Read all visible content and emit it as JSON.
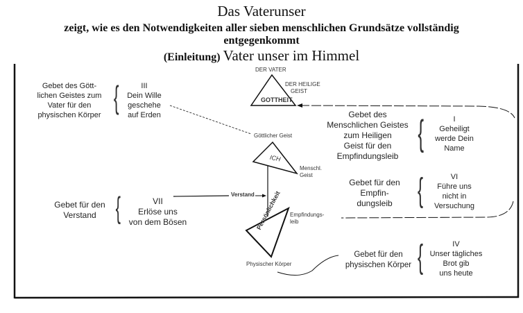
{
  "header": {
    "title": "Das Vaterunser",
    "subtitle_line1": "zeigt, wie es den Notwendigkeiten aller sieben menschlichen Grundsätze vollständig",
    "subtitle_line2": "entgegenkommt",
    "intro_prefix": "(Einleitung)",
    "intro_text": "Vater unser im Himmel"
  },
  "diagram": {
    "gottheit": {
      "top": "DER VATER",
      "right": [
        "DER HEILIGE",
        "GEIST"
      ],
      "inner": "GOTTHEIT"
    },
    "ich": {
      "top": "Göttlicher Geist",
      "inner": "ICH",
      "right": [
        "Menschl.",
        "Geist"
      ]
    },
    "persoenlichkeit": {
      "inner": "Persönlichkeit",
      "right": [
        "Empfindungs-",
        "leib"
      ],
      "bottom": "Physischer Körper"
    },
    "verstand_label": "Verstand"
  },
  "prayers": [
    {
      "prayer": [
        "Gebet des Gött-",
        "lichen Geistes zum",
        "Vater für den",
        "physischen Körper"
      ],
      "petition": [
        "III",
        "Dein Wille",
        "geschehe",
        "auf Erden"
      ]
    },
    {
      "prayer": [
        "Gebet des",
        "Menschlichen Geistes",
        "zum Heiligen",
        "Geist für den",
        "Empfindungsleib"
      ],
      "petition": [
        "I",
        "Geheiligt",
        "werde Dein",
        "Name"
      ]
    },
    {
      "prayer": [
        "Gebet für den",
        "Empfin-",
        "dungsleib"
      ],
      "petition": [
        "VI",
        "Führe uns",
        "nicht in",
        "Versuchung"
      ]
    },
    {
      "prayer": [
        "Gebet für den",
        "Verstand"
      ],
      "petition": [
        "VII",
        "Erlöse uns",
        "von dem Bösen"
      ]
    },
    {
      "prayer": [
        "Gebet für den",
        "physischen Körper"
      ],
      "petition": [
        "IV",
        "Unser tägliches",
        "Brot gib",
        "uns heute"
      ]
    }
  ]
}
